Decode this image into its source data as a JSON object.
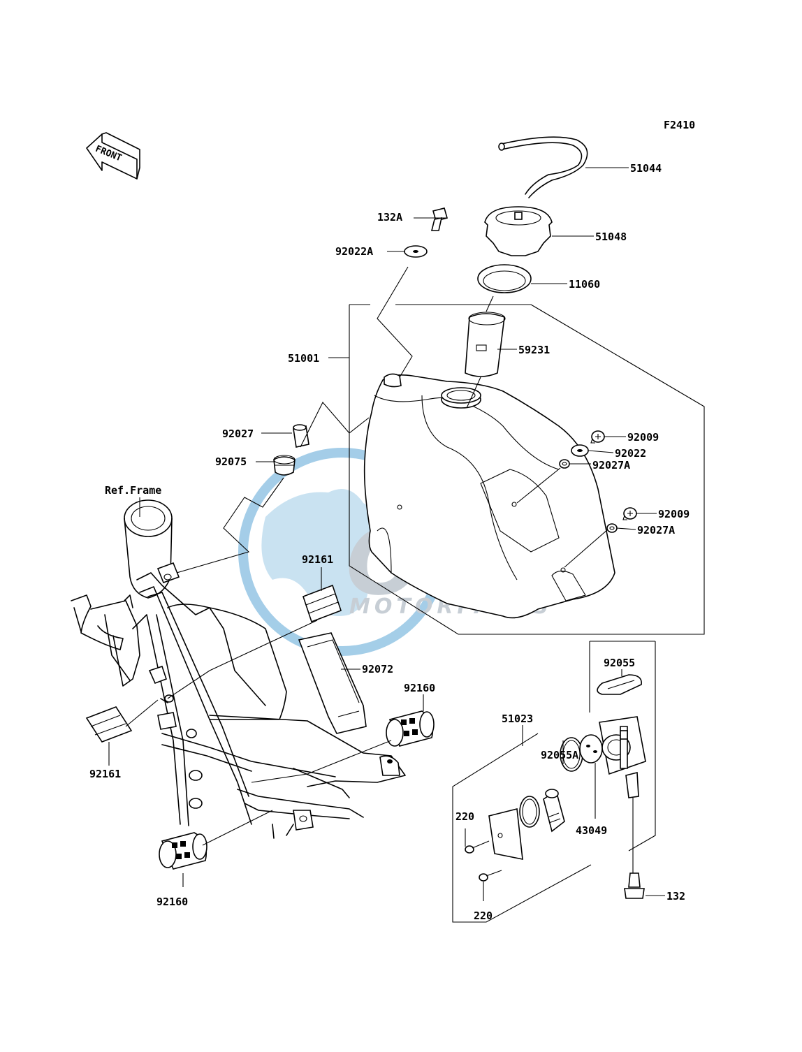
{
  "figure_code": "F2410",
  "front_marker": "FRONT",
  "ref_frame_label": "Ref.Frame",
  "watermark": {
    "brand": "OEM",
    "sub": "MOTORPARTS",
    "color_blue": "#5aa6d6",
    "color_grey": "#9aa7b3"
  },
  "callouts": {
    "p51044": "51044",
    "p132a": "132A",
    "p51048": "51048",
    "p92022a": "92022A",
    "p11060": "11060",
    "p51001": "51001",
    "p59231": "59231",
    "p92027": "92027",
    "p92075": "92075",
    "p92009a": "92009",
    "p92022": "92022",
    "p92027a_1": "92027A",
    "p92009b": "92009",
    "p92027a_2": "92027A",
    "p92161_top": "92161",
    "p92072": "92072",
    "p92160_right": "92160",
    "p92055": "92055",
    "p51023": "51023",
    "p92161_left": "92161",
    "p92055a": "92055A",
    "p220_top": "220",
    "p43049": "43049",
    "p92160_bottom": "92160",
    "p132": "132",
    "p220_bottom": "220"
  }
}
